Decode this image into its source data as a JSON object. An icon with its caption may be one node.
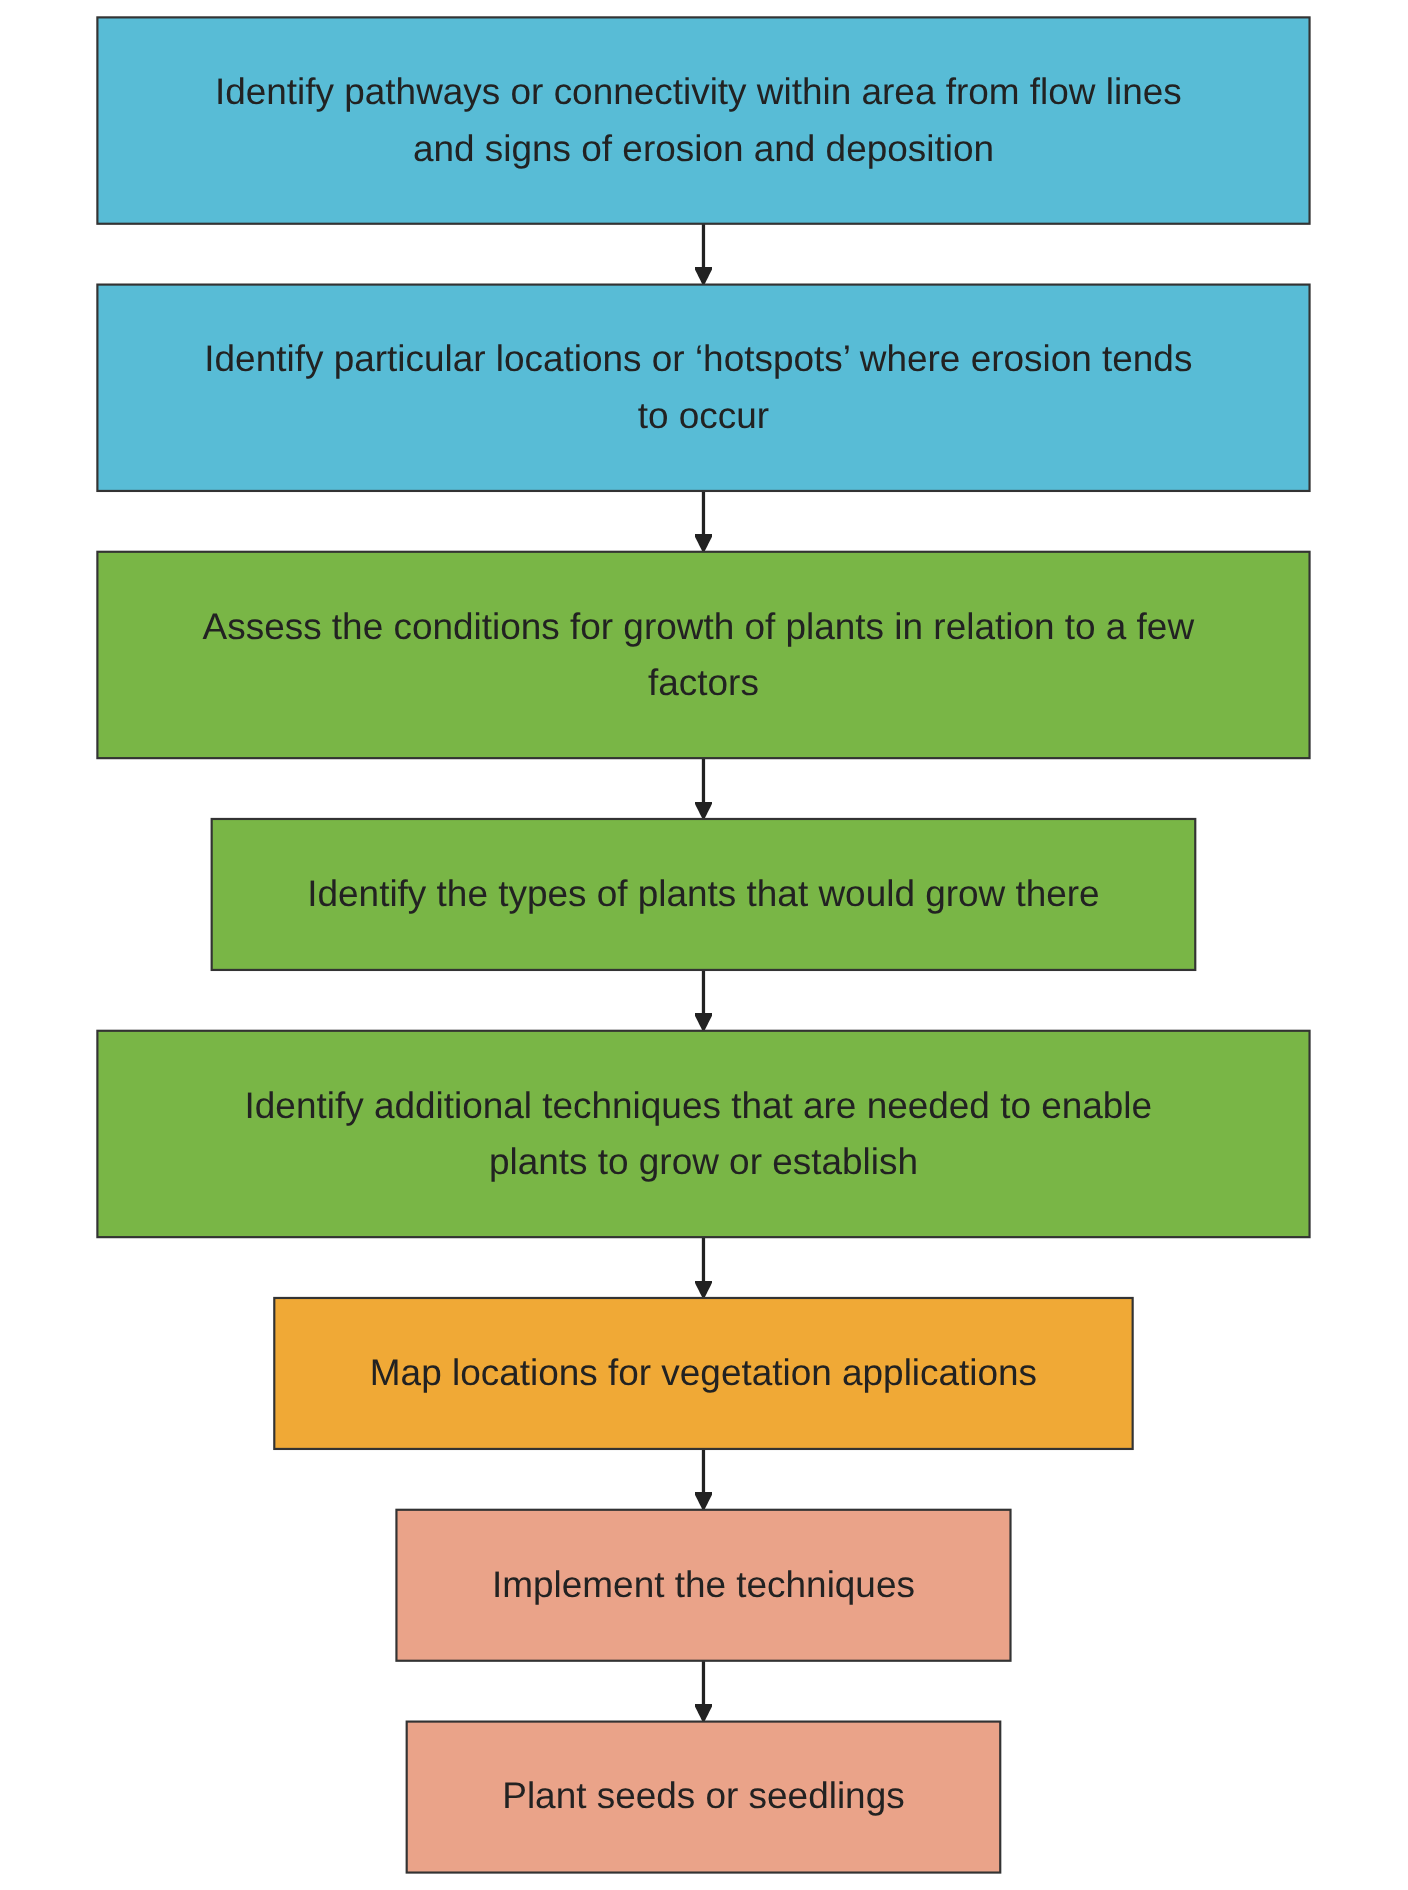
{
  "diagram": {
    "nodes": [
      {
        "text": [
          "Identify pathways or connectivity within area from flow lines and signs of erosion and deposition"
        ]
      },
      {
        "text": [
          "Identify particular locations or ‘hotspots’ where erosion tends to occur"
        ]
      },
      {
        "text": [
          "Assess the conditions for growth of plants in relation to a few factors"
        ]
      },
      {
        "text": [
          "Identify the types of plants that would grow there"
        ]
      },
      {
        "text": [
          "Identify additional techniques that are needed to enable plants to grow or establish"
        ]
      },
      {
        "text": [
          "Map locations for vegetation applications"
        ]
      },
      {
        "text": [
          "Implement the techniques"
        ]
      },
      {
        "text": [
          "Plant seeds or seedlings"
        ]
      }
    ],
    "edges": [
      {
        "from": 0,
        "to": 1,
        "arrow": "to"
      },
      {
        "from": 1,
        "to": 2,
        "arrow": "to"
      },
      {
        "from": 2,
        "to": 3,
        "arrow": "to"
      },
      {
        "from": 3,
        "to": 4,
        "arrow": "to"
      },
      {
        "from": 4,
        "to": 5,
        "arrow": "to"
      },
      {
        "from": 5,
        "to": 6,
        "arrow": "to"
      },
      {
        "from": 6,
        "to": 7,
        "arrow": "to"
      }
    ]
  }
}
